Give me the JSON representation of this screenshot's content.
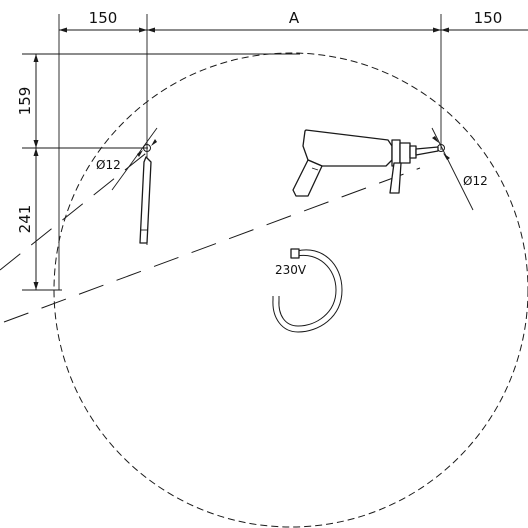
{
  "dimensions": {
    "left_offset": "150",
    "span": "A",
    "right_offset": "150",
    "height_upper": "159",
    "height_lower": "241",
    "hole_left": "Ø12",
    "hole_right": "Ø12"
  },
  "cable_label": "230V",
  "icons": {
    "drill": "hammer-drill-icon",
    "pencil": "pencil-icon",
    "cable": "power-cable-icon"
  }
}
